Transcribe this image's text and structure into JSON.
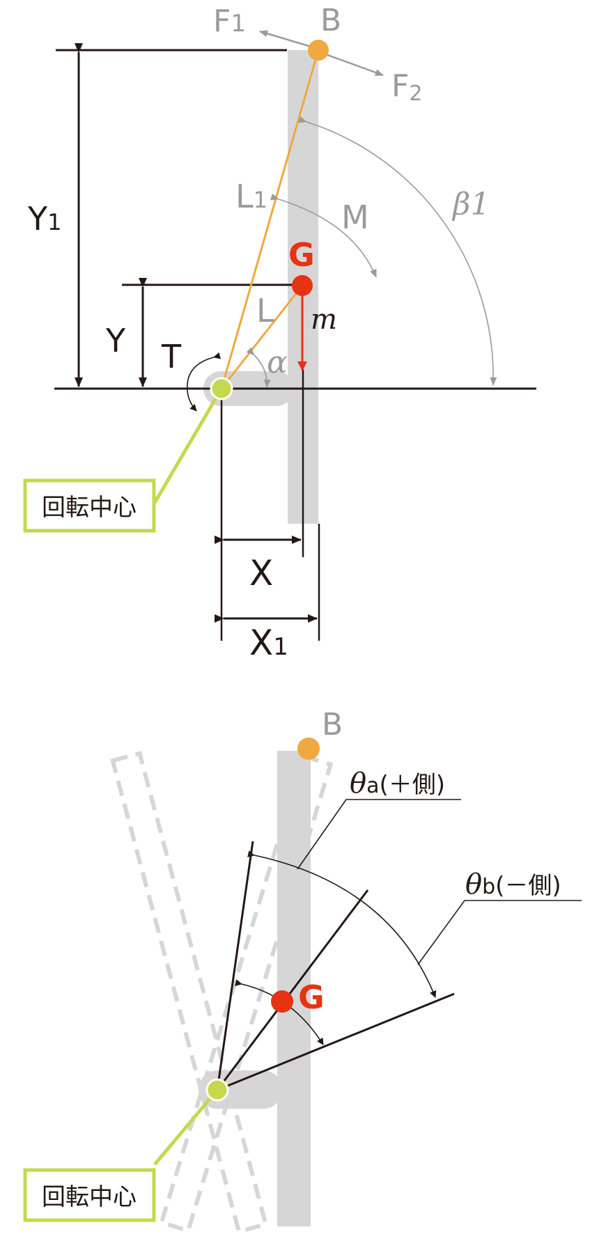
{
  "top": {
    "F1": "F",
    "F1_sub": "1",
    "F2": "F",
    "F2_sub": "2",
    "B": "B",
    "Y1": "Y",
    "Y1_sub": "1",
    "Y": "Y",
    "T": "T",
    "L1": "L",
    "L1_sub": "1",
    "M": "M",
    "beta": "β1",
    "G": "G",
    "L": "L",
    "m": "m",
    "alpha": "α",
    "X": "X",
    "X1": "X",
    "X1_sub": "1",
    "pivot_label": "回転中心"
  },
  "bottom": {
    "B": "B",
    "G": "G",
    "theta_a_sym": "θ",
    "theta_a_sub": "a",
    "theta_a_text": "(＋側)",
    "theta_b_sym": "θ",
    "theta_b_sub": "b",
    "theta_b_text": "(－側)",
    "pivot_label": "回転中心"
  },
  "colors": {
    "bar": "#d6d6d6",
    "black": "#231815",
    "orange": "#f0a840",
    "red": "#e63312",
    "green": "#c4d94c",
    "gray": "#9a9a9a"
  }
}
